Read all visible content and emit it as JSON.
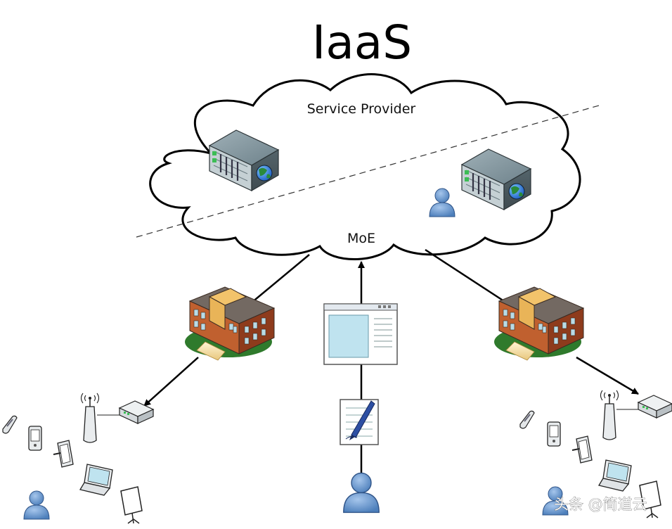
{
  "title": "IaaS",
  "cloud": {
    "provider_label": "Service Provider",
    "consumer_label": "MoE"
  },
  "watermark": "头条 @简道云",
  "colors": {
    "server_body": "#7f939c",
    "globe": "#2a8a3a",
    "user": "#5f8fc6",
    "building_wall": "#b5542e",
    "building_roof": "#6b5f58",
    "window_blue": "#a7d4e3"
  },
  "icons": [
    "server-icon",
    "globe-icon",
    "user-icon",
    "building-icon",
    "browser-window-icon",
    "document-pen-icon",
    "wireless-access-point-icon",
    "router-icon",
    "cell-phone-icon",
    "pda-icon",
    "tablet-icon",
    "laptop-icon",
    "presentation-board-icon"
  ]
}
